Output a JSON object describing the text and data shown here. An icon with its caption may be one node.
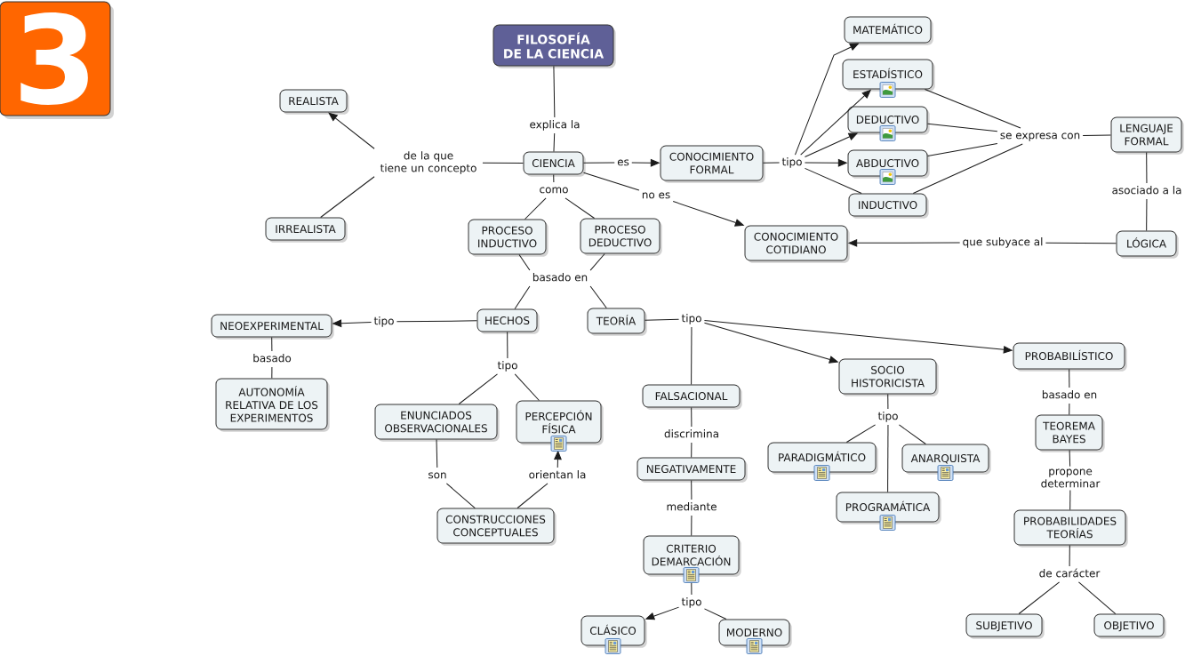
{
  "diagram": {
    "nodes": [
      {
        "text": [
          "3"
        ]
      },
      {
        "text": [
          "FILOSOFÍA DE LA CIENCIA"
        ]
      },
      {
        "text": [
          "MATEMÁTICO"
        ]
      },
      {
        "text": [
          "ESTADÍSTICO"
        ]
      },
      {
        "text": [
          "REALISTA"
        ]
      },
      {
        "text": [
          "DEDUCTIVO"
        ]
      },
      {
        "text": [
          "explica la"
        ]
      },
      {
        "text": [
          "LENGUAJE FORMAL"
        ]
      },
      {
        "text": [
          "se expresa con"
        ]
      },
      {
        "text": [
          "de la que tiene un concepto"
        ]
      },
      {
        "text": [
          "CIENCIA"
        ]
      },
      {
        "text": [
          "es"
        ]
      },
      {
        "text": [
          "CONOCIMIENTO FORMAL"
        ]
      },
      {
        "text": [
          "tipo"
        ]
      },
      {
        "text": [
          "ABDUCTIVO"
        ]
      },
      {
        "text": [
          "como"
        ]
      },
      {
        "text": [
          "asociado a la"
        ]
      },
      {
        "text": [
          "no es"
        ]
      },
      {
        "text": [
          "INDUCTIVO"
        ]
      },
      {
        "text": [
          "IRREALISTA"
        ]
      },
      {
        "text": [
          "PROCESO INDUCTIVO"
        ]
      },
      {
        "text": [
          "PROCESO DEDUCTIVO"
        ]
      },
      {
        "text": [
          "CONOCIMIENTO COTIDIANO"
        ]
      },
      {
        "text": [
          "que subyace al"
        ]
      },
      {
        "text": [
          "LÓGICA"
        ]
      },
      {
        "text": [
          "basado en"
        ]
      },
      {
        "text": [
          "HECHOS"
        ]
      },
      {
        "text": [
          "TEORÍA"
        ]
      },
      {
        "text": [
          "tipo"
        ]
      },
      {
        "text": [
          "tipo"
        ]
      },
      {
        "text": [
          "NEOEXPERIMENTAL"
        ]
      },
      {
        "text": [
          "PROBABILÍSTICO"
        ]
      },
      {
        "text": [
          "basado"
        ]
      },
      {
        "text": [
          "tipo"
        ]
      },
      {
        "text": [
          "SOCIO HISTORICISTA"
        ]
      },
      {
        "text": [
          "FALSACIONAL"
        ]
      },
      {
        "text": [
          "basado en"
        ]
      },
      {
        "text": [
          "AUTONOMÍA RELATIVA DE LOS EXPERIMENTOS"
        ]
      },
      {
        "text": [
          "ENUNCIADOS OBSERVACIONALES"
        ]
      },
      {
        "text": [
          "PERCEPCIÓN FÍSICA"
        ]
      },
      {
        "text": [
          "tipo"
        ]
      },
      {
        "text": [
          "TEOREMA BAYES"
        ]
      },
      {
        "text": [
          "discrimina"
        ]
      },
      {
        "text": [
          "PARADIGMÁTICO"
        ]
      },
      {
        "text": [
          "ANARQUISTA"
        ]
      },
      {
        "text": [
          "NEGATIVAMENTE"
        ]
      },
      {
        "text": [
          "son"
        ]
      },
      {
        "text": [
          "orientan la"
        ]
      },
      {
        "text": [
          "propone determinar"
        ]
      },
      {
        "text": [
          "PROGRAMÁTICA"
        ]
      },
      {
        "text": [
          "mediante"
        ]
      },
      {
        "text": [
          "CONSTRUCCIONES CONCEPTUALES"
        ]
      },
      {
        "text": [
          "PROBABILIDADES TEORÍAS"
        ]
      },
      {
        "text": [
          "CRITERIO DEMARCACIÓN"
        ]
      },
      {
        "text": [
          "de carácter"
        ]
      },
      {
        "text": [
          "tipo"
        ]
      },
      {
        "text": [
          "CLÁSICO"
        ]
      },
      {
        "text": [
          "MODERNO"
        ]
      },
      {
        "text": [
          "SUBJETIVO"
        ]
      },
      {
        "text": [
          "OBJETIVO"
        ]
      }
    ],
    "edges": [
      {
        "from": 1,
        "to": 6,
        "arrow": "none"
      },
      {
        "from": 6,
        "to": 10,
        "arrow": "none"
      },
      {
        "from": 10,
        "to": 9,
        "arrow": "none"
      },
      {
        "from": 9,
        "to": 4,
        "arrow": "to"
      },
      {
        "from": 9,
        "to": 19,
        "arrow": "none"
      },
      {
        "from": 10,
        "to": 11,
        "arrow": "none"
      },
      {
        "from": 11,
        "to": 12,
        "arrow": "to"
      },
      {
        "from": 10,
        "to": 17,
        "arrow": "none"
      },
      {
        "from": 17,
        "to": 22,
        "arrow": "to"
      },
      {
        "from": 10,
        "to": 15,
        "arrow": "none"
      },
      {
        "from": 15,
        "to": 20,
        "arrow": "none"
      },
      {
        "from": 15,
        "to": 21,
        "arrow": "none"
      },
      {
        "from": 12,
        "to": 13,
        "arrow": "none"
      },
      {
        "from": 13,
        "to": 2,
        "arrow": "to"
      },
      {
        "from": 13,
        "to": 3,
        "arrow": "to"
      },
      {
        "from": 13,
        "to": 5,
        "arrow": "to"
      },
      {
        "from": 13,
        "to": 14,
        "arrow": "to"
      },
      {
        "from": 13,
        "to": 18,
        "arrow": "none"
      },
      {
        "from": 3,
        "to": 8,
        "arrow": "none"
      },
      {
        "from": 5,
        "to": 8,
        "arrow": "none"
      },
      {
        "from": 14,
        "to": 8,
        "arrow": "none"
      },
      {
        "from": 18,
        "to": 8,
        "arrow": "none"
      },
      {
        "from": 8,
        "to": 7,
        "arrow": "none"
      },
      {
        "from": 7,
        "to": 16,
        "arrow": "none"
      },
      {
        "from": 16,
        "to": 24,
        "arrow": "none"
      },
      {
        "from": 24,
        "to": 23,
        "arrow": "none"
      },
      {
        "from": 23,
        "to": 22,
        "arrow": "to"
      },
      {
        "from": 20,
        "to": 25,
        "arrow": "none"
      },
      {
        "from": 21,
        "to": 25,
        "arrow": "none"
      },
      {
        "from": 25,
        "to": 26,
        "arrow": "none"
      },
      {
        "from": 25,
        "to": 27,
        "arrow": "none"
      },
      {
        "from": 26,
        "to": 29,
        "arrow": "none"
      },
      {
        "from": 29,
        "to": 30,
        "arrow": "to"
      },
      {
        "from": 30,
        "to": 32,
        "arrow": "none"
      },
      {
        "from": 32,
        "to": 37,
        "arrow": "none"
      },
      {
        "from": 26,
        "to": 33,
        "arrow": "none"
      },
      {
        "from": 33,
        "to": 38,
        "arrow": "none"
      },
      {
        "from": 33,
        "to": 39,
        "arrow": "none"
      },
      {
        "from": 38,
        "to": 46,
        "arrow": "none"
      },
      {
        "from": 46,
        "to": 51,
        "arrow": "none"
      },
      {
        "from": 51,
        "to": 47,
        "arrow": "none"
      },
      {
        "from": 47,
        "to": 39,
        "arrow": "to"
      },
      {
        "from": 27,
        "to": 28,
        "arrow": "none"
      },
      {
        "from": 28,
        "to": 35,
        "arrow": "none"
      },
      {
        "from": 28,
        "to": 34,
        "arrow": "to"
      },
      {
        "from": 28,
        "to": 31,
        "arrow": "to"
      },
      {
        "from": 35,
        "to": 42,
        "arrow": "none"
      },
      {
        "from": 42,
        "to": 45,
        "arrow": "none"
      },
      {
        "from": 45,
        "to": 50,
        "arrow": "none"
      },
      {
        "from": 50,
        "to": 53,
        "arrow": "none"
      },
      {
        "from": 53,
        "to": 55,
        "arrow": "none"
      },
      {
        "from": 55,
        "to": 56,
        "arrow": "to"
      },
      {
        "from": 55,
        "to": 57,
        "arrow": "none"
      },
      {
        "from": 34,
        "to": 40,
        "arrow": "none"
      },
      {
        "from": 40,
        "to": 43,
        "arrow": "none"
      },
      {
        "from": 40,
        "to": 44,
        "arrow": "none"
      },
      {
        "from": 40,
        "to": 49,
        "arrow": "none"
      },
      {
        "from": 31,
        "to": 36,
        "arrow": "none"
      },
      {
        "from": 36,
        "to": 41,
        "arrow": "none"
      },
      {
        "from": 41,
        "to": 48,
        "arrow": "none"
      },
      {
        "from": 48,
        "to": 52,
        "arrow": "none"
      },
      {
        "from": 52,
        "to": 54,
        "arrow": "none"
      },
      {
        "from": 54,
        "to": 58,
        "arrow": "none"
      },
      {
        "from": 54,
        "to": 59,
        "arrow": "none"
      }
    ]
  }
}
